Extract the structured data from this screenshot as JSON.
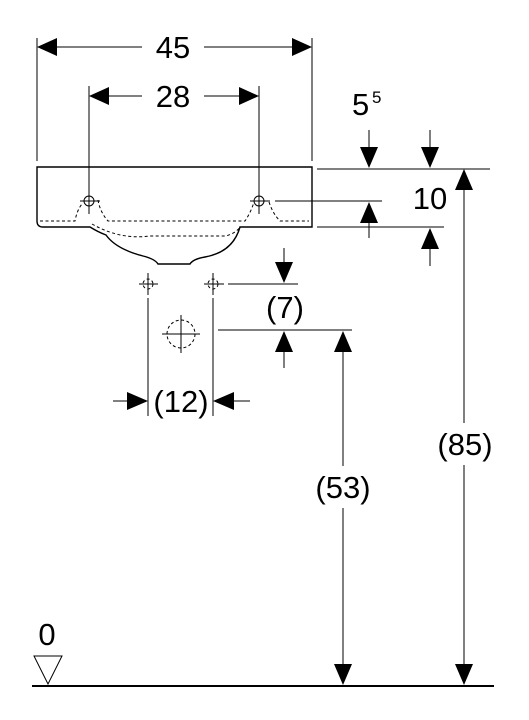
{
  "dimensions": {
    "width_overall": "45",
    "tap_spacing": "28",
    "rim_offset_base": "5",
    "rim_offset_sup": "5",
    "rim_height": "10",
    "trap_offset": "(7)",
    "waste_spacing": "(12)",
    "waste_height": "(53)",
    "rim_to_floor": "(85)",
    "floor_level": "0"
  }
}
